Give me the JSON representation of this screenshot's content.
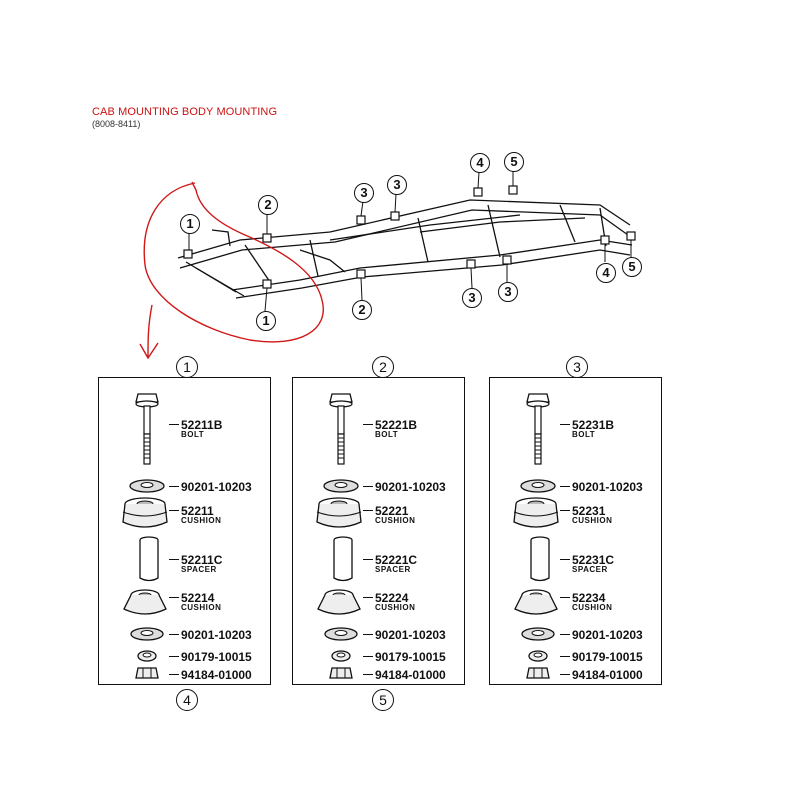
{
  "header": {
    "title": "CAB MOUNTING BODY MOUNTING",
    "subtitle": "(8008-8411)"
  },
  "colors": {
    "annotation": "#d01818",
    "line": "#111111"
  },
  "frame_callouts": [
    "1",
    "2",
    "3",
    "3",
    "4",
    "5",
    "1",
    "2",
    "3",
    "3",
    "4",
    "5"
  ],
  "panels": [
    {
      "number": "1",
      "parts": [
        {
          "pn": "52211B",
          "desc": "BOLT"
        },
        {
          "pn": "90201-10203",
          "desc": ""
        },
        {
          "pn": "52211",
          "desc": "CUSHION"
        },
        {
          "pn": "52211C",
          "desc": "SPACER"
        },
        {
          "pn": "52214",
          "desc": "CUSHION"
        },
        {
          "pn": "90201-10203",
          "desc": ""
        },
        {
          "pn": "90179-10015",
          "desc": ""
        },
        {
          "pn": "94184-01000",
          "desc": ""
        }
      ]
    },
    {
      "number": "2",
      "parts": [
        {
          "pn": "52221B",
          "desc": "BOLT"
        },
        {
          "pn": "90201-10203",
          "desc": ""
        },
        {
          "pn": "52221",
          "desc": "CUSHION"
        },
        {
          "pn": "52221C",
          "desc": "SPACER"
        },
        {
          "pn": "52224",
          "desc": "CUSHION"
        },
        {
          "pn": "90201-10203",
          "desc": ""
        },
        {
          "pn": "90179-10015",
          "desc": ""
        },
        {
          "pn": "94184-01000",
          "desc": ""
        }
      ]
    },
    {
      "number": "3",
      "parts": [
        {
          "pn": "52231B",
          "desc": "BOLT"
        },
        {
          "pn": "90201-10203",
          "desc": ""
        },
        {
          "pn": "52231",
          "desc": "CUSHION"
        },
        {
          "pn": "52231C",
          "desc": "SPACER"
        },
        {
          "pn": "52234",
          "desc": "CUSHION"
        },
        {
          "pn": "90201-10203",
          "desc": ""
        },
        {
          "pn": "90179-10015",
          "desc": ""
        },
        {
          "pn": "94184-01000",
          "desc": ""
        }
      ]
    }
  ],
  "cut_off_panels": [
    "4",
    "5"
  ]
}
